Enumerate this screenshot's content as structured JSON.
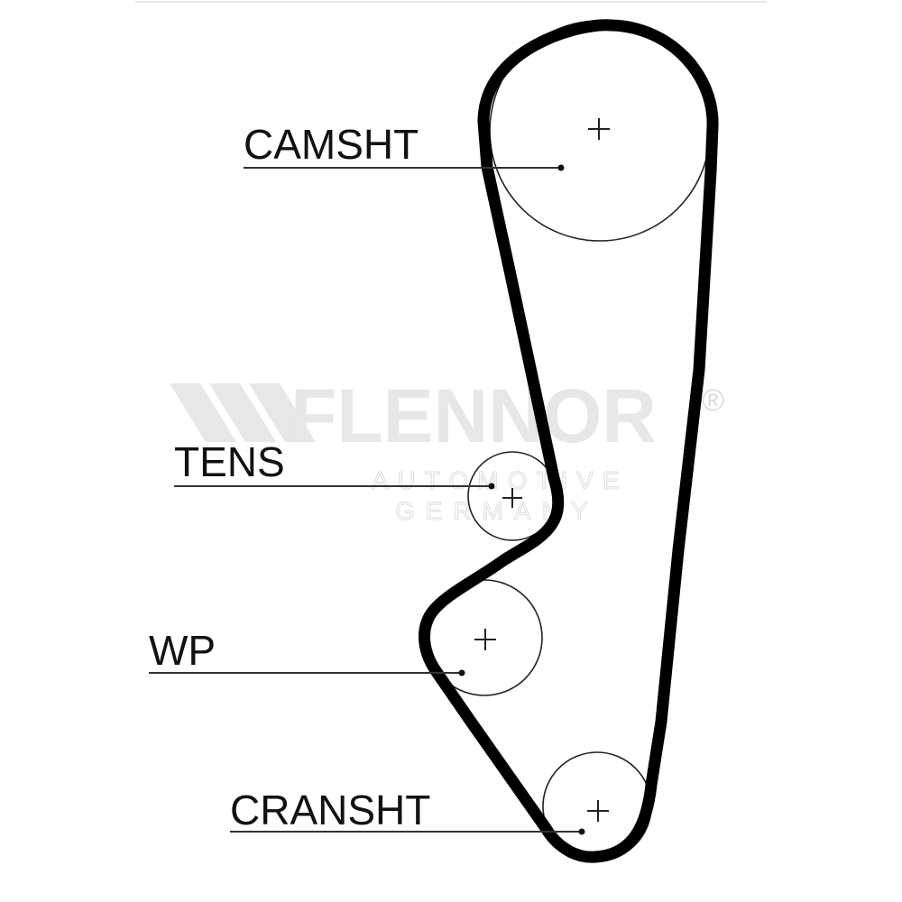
{
  "labels": {
    "camshaft": "CAMSHT",
    "tensioner": "TENS",
    "water_pump": "WP",
    "crankshaft": "CRANSHT"
  },
  "watermark": {
    "brand": "FLENNOR",
    "registered": "®",
    "line1": "AUTOMOTIVE",
    "line2": "GERMANY"
  },
  "pulleys": [
    {
      "id": "camshaft",
      "label_key": "camshaft"
    },
    {
      "id": "tensioner",
      "label_key": "tensioner"
    },
    {
      "id": "water_pump",
      "label_key": "water_pump"
    },
    {
      "id": "crankshaft",
      "label_key": "crankshaft"
    }
  ],
  "colors": {
    "belt": "#000000",
    "lines": "#222222",
    "watermark": "#e7e7e7",
    "background": "#ffffff"
  }
}
